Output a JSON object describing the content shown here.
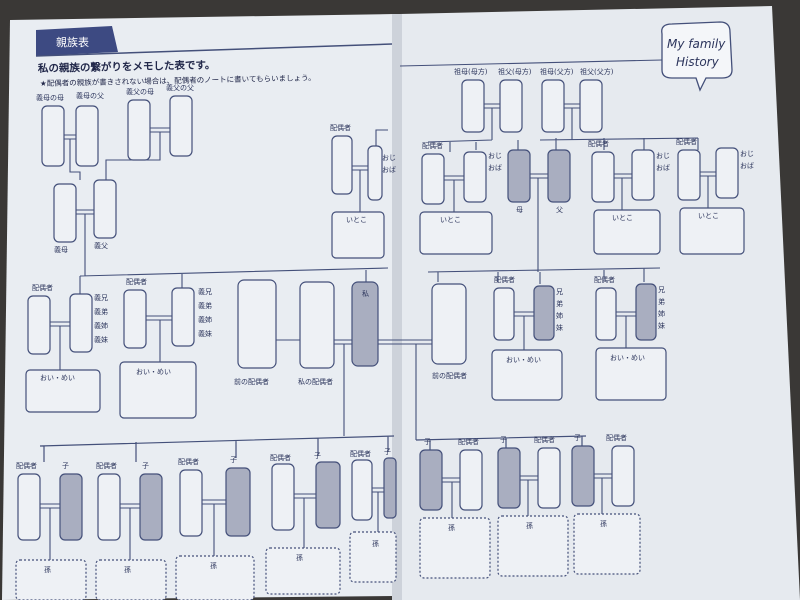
{
  "header": {
    "tab": "親族表",
    "subtitle": "私の親族の繋がりをメモした表です。",
    "note": "★配偶者の親族が書きされない場合は、配偶者のノートに書いてもらいましょう。"
  },
  "badge": {
    "line1": "My family",
    "line2": "History"
  },
  "left": {
    "gg_wife_mother": "義母の母",
    "gg_wife_father": "義母の父",
    "gg_husb_mother": "義父の母",
    "gg_husb_father": "義父の父",
    "in_mother": "義母",
    "in_father": "義父",
    "spouse_label": "配偶者",
    "inlaw_sibs": [
      "義兄",
      "義弟",
      "義姉",
      "義妹"
    ],
    "niece": "おい・めい",
    "cousin": "いとこ",
    "ojioba": [
      "おじ",
      "おば"
    ],
    "former_spouse": "前の配偶者",
    "my_spouse": "私の配偶者",
    "child": "子",
    "grandchild": "孫"
  },
  "right": {
    "grandmother_mo": "祖母(母方)",
    "grandfather_mo": "祖父(母方)",
    "grandmother_fa": "祖母(父方)",
    "grandfather_fa": "祖父(父方)",
    "mother": "母",
    "father": "父",
    "me": "私",
    "former_spouse": "前の配偶者",
    "sibs": [
      "兄",
      "弟",
      "姉",
      "妹"
    ]
  }
}
